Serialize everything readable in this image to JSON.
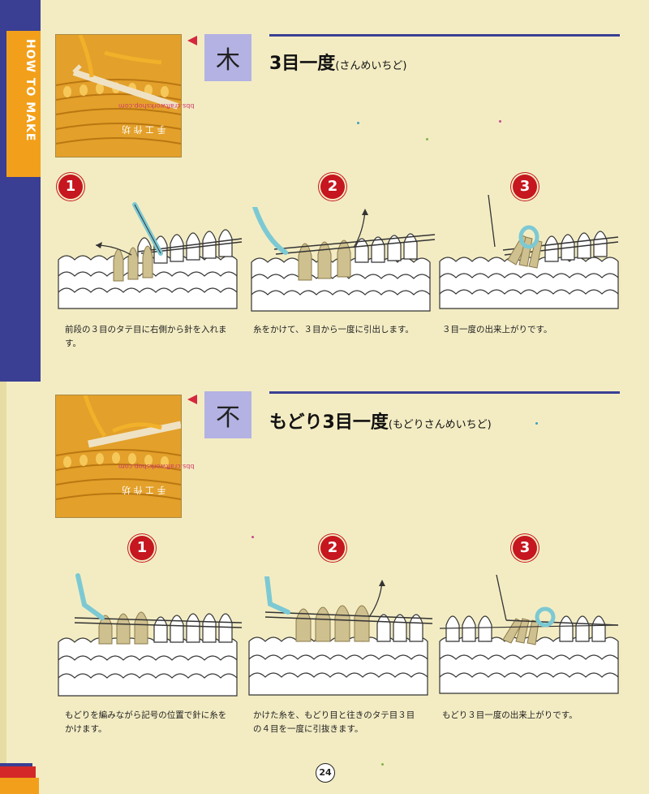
{
  "side_tab": {
    "label": "HOW TO MAKE"
  },
  "watermark": {
    "site": "bbs.craftworkshop.com",
    "chinese": "手 工 作 坊"
  },
  "sections": [
    {
      "symbol": "木",
      "title": "3目一度",
      "reading": "(さんめいちど)",
      "steps": [
        {
          "number": "1",
          "caption": "前段の３目のタテ目に右側から針を入れます。"
        },
        {
          "number": "2",
          "caption": "糸をかけて、３目から一度に引出します。"
        },
        {
          "number": "3",
          "caption": "３目一度の出来上がりです。"
        }
      ]
    },
    {
      "symbol": "不",
      "title": "もどり3目一度",
      "reading": "(もどりさんめいちど)",
      "steps": [
        {
          "number": "1",
          "caption": "もどりを編みながら記号の位置で針に糸をかけます。"
        },
        {
          "number": "2",
          "caption": "かけた糸を、もどり目と往きのタテ目３目の４目を一度に引抜きます。"
        },
        {
          "number": "3",
          "caption": "もどり３目一度の出来上がりです。"
        }
      ]
    }
  ],
  "page_number": "24",
  "colors": {
    "background": "#f3ecc3",
    "accent_blue": "#3a3f93",
    "accent_orange": "#f2a01b",
    "badge_red": "#c6161f",
    "symbol_box": "#b3b2e3",
    "yarn_tan": "#cfc08f",
    "yarn_blue": "#7cc9d3"
  }
}
